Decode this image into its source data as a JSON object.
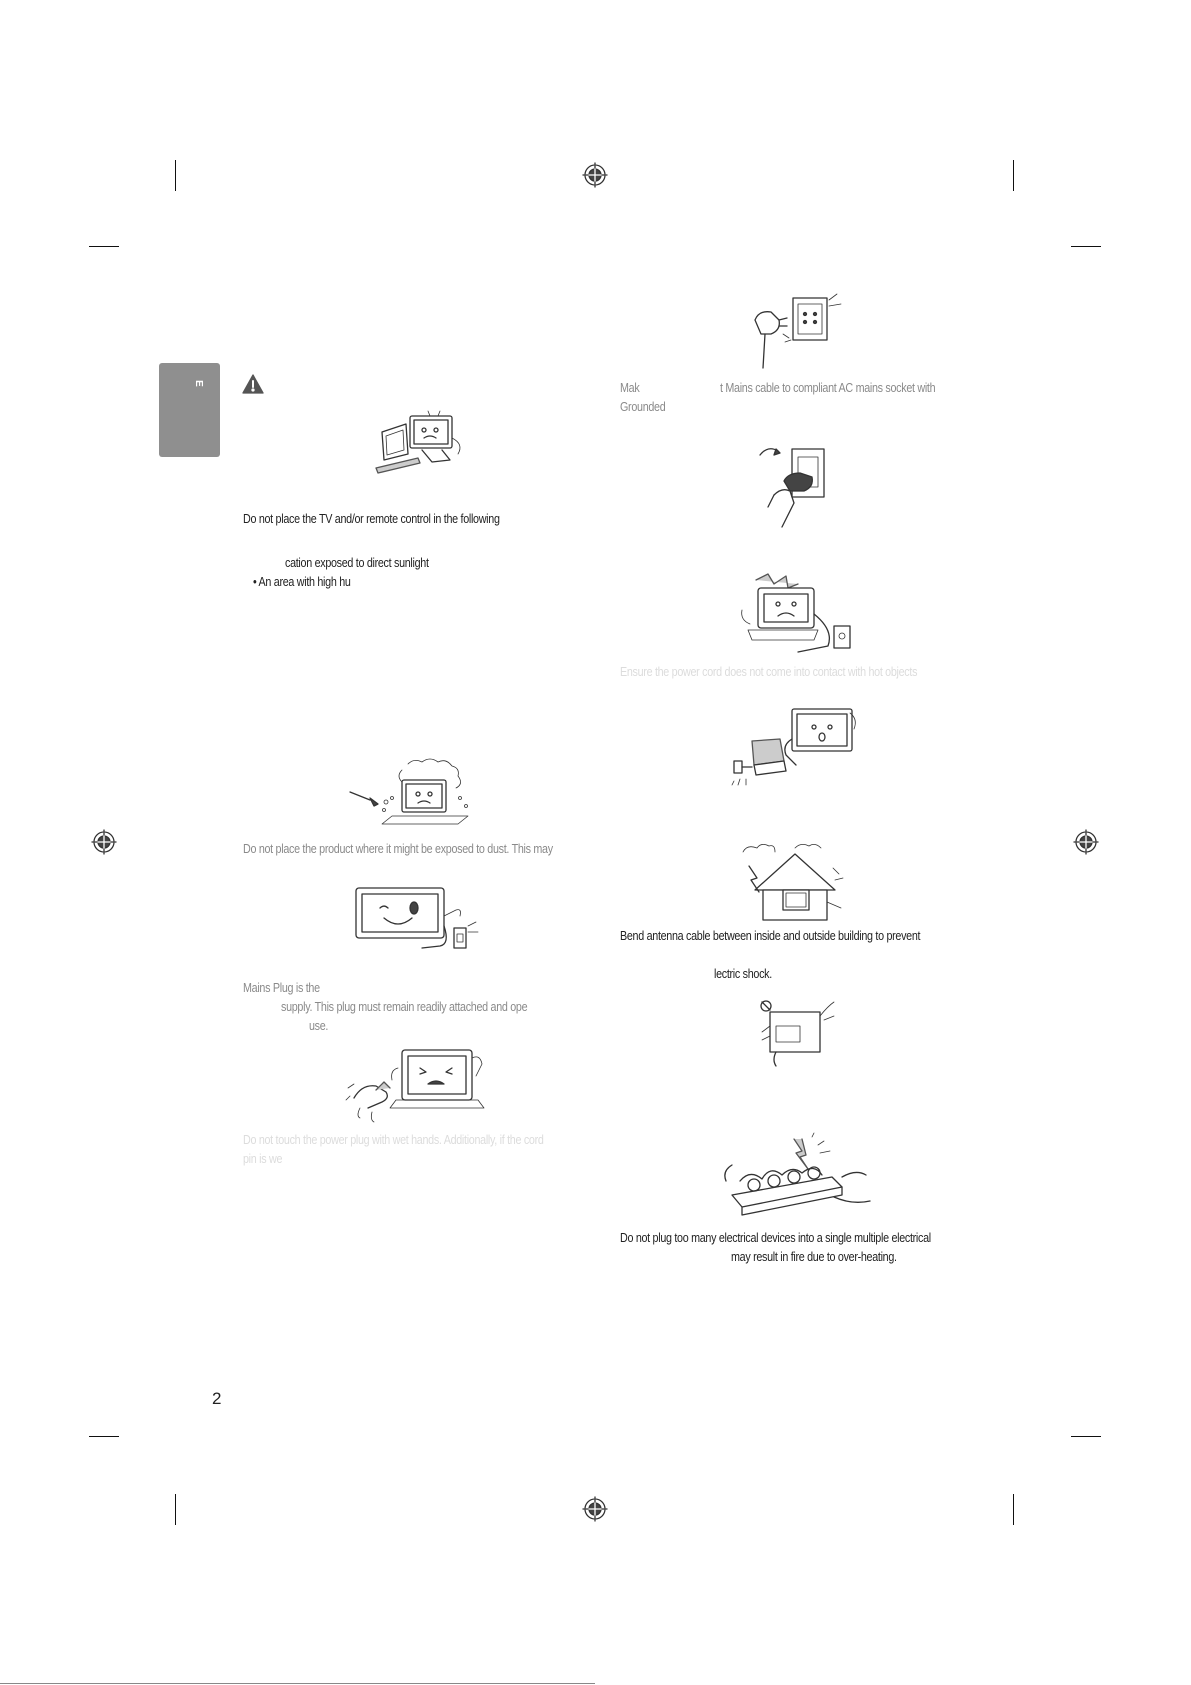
{
  "page": {
    "number": "2",
    "language_tab": "E"
  },
  "left_column": {
    "paragraphs": [
      {
        "id": "p1",
        "lines": [
          "Do not place the TV and/or remote control in the following"
        ]
      },
      {
        "id": "p2",
        "lines": [
          "cation exposed to direct sunlight"
        ]
      },
      {
        "id": "p3",
        "lines": [
          "•   An area with high hu"
        ]
      },
      {
        "id": "p4",
        "lines": [
          "Do not place the product where it might be exposed to dust. This may"
        ]
      },
      {
        "id": "p5",
        "lines": [
          "Mains Plug is the",
          "supply. This plug must remain readily attached and ope",
          "use."
        ]
      },
      {
        "id": "p6",
        "lines": [
          "Do not touch the power plug with wet hands. Additionally, if the cord",
          "pin is we"
        ]
      }
    ]
  },
  "right_column": {
    "paragraphs": [
      {
        "id": "p7",
        "lines": [
          "Mak",
          "t Mains cable to compliant AC mains socket with"
        ]
      },
      {
        "id": "p8",
        "lines": [
          "Grounded"
        ]
      },
      {
        "id": "p9",
        "lines": [
          "Ensure the power cord does not come into contact with hot objects"
        ]
      },
      {
        "id": "p10",
        "lines": [
          "Bend antenna cable between inside and outside building to prevent"
        ]
      },
      {
        "id": "p11",
        "lines": [
          "lectric shock."
        ]
      },
      {
        "id": "p12",
        "lines": [
          "Do not plug too many electrical devices into a single multiple electrical",
          "may result in fire due to over-heating."
        ]
      }
    ]
  },
  "icons": {
    "registration_marks": [
      "registration-mark-icon"
    ],
    "warning": "warning-triangle-icon"
  },
  "colors": {
    "text_dark": "#222222",
    "text_grey": "#8a8a8a",
    "text_light": "#c4c4c4",
    "tab_grey": "#8f8f8f"
  }
}
